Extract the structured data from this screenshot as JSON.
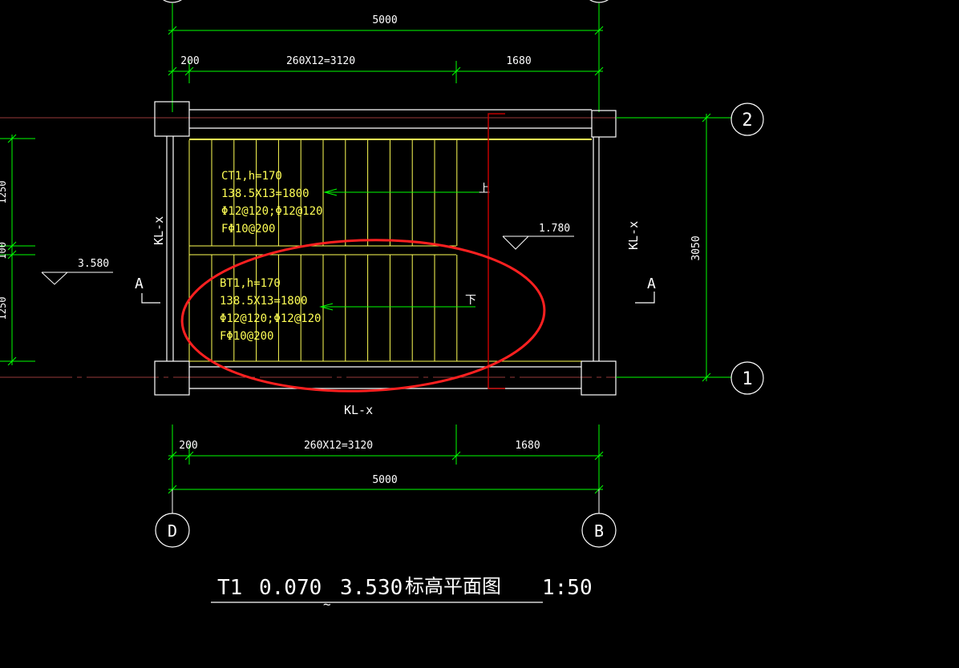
{
  "colors": {
    "background": "#000000",
    "wall": "#ffffff",
    "stair": "#ffff55",
    "dimension": "#00ff00",
    "annotation": "#ff2020",
    "axis": "#ff6060",
    "section": "#c00000"
  },
  "dimensions": {
    "top_total": "5000",
    "top_left": "200",
    "top_mid": "260X12=3120",
    "top_right": "1680",
    "bottom_total": "5000",
    "bottom_left": "200",
    "bottom_mid": "260X12=3120",
    "bottom_right": "1680",
    "right_height": "3050",
    "left_upper": "1250",
    "left_mid": "100",
    "left_lower": "1250"
  },
  "axes": {
    "top_left": "",
    "top_right": "",
    "right_upper": "2",
    "right_lower": "1",
    "bottom_left": "D",
    "bottom_right": "B"
  },
  "beams": {
    "left": "KL-x",
    "right": "KL-x",
    "bottom": "KL-x"
  },
  "section_marks": {
    "left": "A",
    "right": "A"
  },
  "levels": {
    "landing": "1.780",
    "left": "3.580"
  },
  "upper_flight": {
    "line1": "CT1,h=170",
    "line2": "138.5X13=1800",
    "line3": "Φ12@120;Φ12@120",
    "line4": "FΦ10@200",
    "direction": "上"
  },
  "lower_flight": {
    "line1": "BT1,h=170",
    "line2": "138.5X13=1800",
    "line3": "Φ12@120;Φ12@120",
    "line4": "FΦ10@200",
    "direction": "下"
  },
  "drawing_title": {
    "name": "T1",
    "level1": "0.070",
    "tilde": "~",
    "level2": "3.530",
    "caption": "标高平面图",
    "scale": "1:50"
  }
}
